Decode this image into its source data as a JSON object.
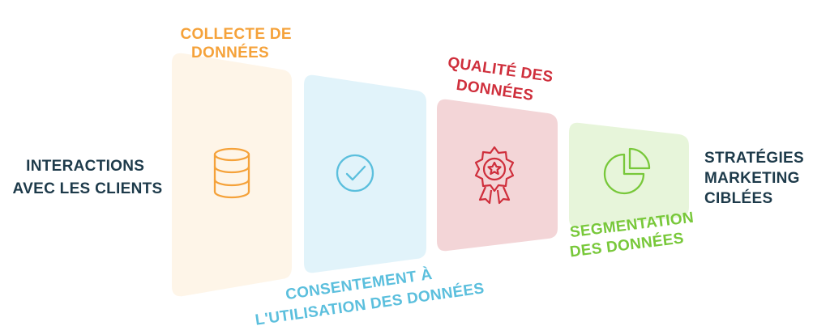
{
  "left_label": [
    "INTERACTIONS",
    "AVEC LES CLIENTS"
  ],
  "right_label": [
    "STRATÉGIES",
    "MARKETING",
    "CIBLÉES"
  ],
  "stages": [
    {
      "label": [
        "COLLECTE DE",
        "DONNÉES"
      ],
      "icon": "database-icon",
      "color": "#f5a23a",
      "fill": "#fef5e8"
    },
    {
      "label": [
        "CONSENTEMENT À",
        "L'UTILISATION DES DONNÉES"
      ],
      "icon": "checkmark-circle-icon",
      "color": "#5bbfdd",
      "fill": "#e1f3fa"
    },
    {
      "label": [
        "QUALITÉ DES",
        "DONNÉES"
      ],
      "icon": "award-badge-icon",
      "color": "#cf2f3c",
      "fill": "#f3d5d7"
    },
    {
      "label": [
        "SEGMENTATION",
        "DES DONNÉES"
      ],
      "icon": "pie-chart-icon",
      "color": "#78c83a",
      "fill": "#e7f5da"
    }
  ],
  "text_color": "#1d3a4a"
}
